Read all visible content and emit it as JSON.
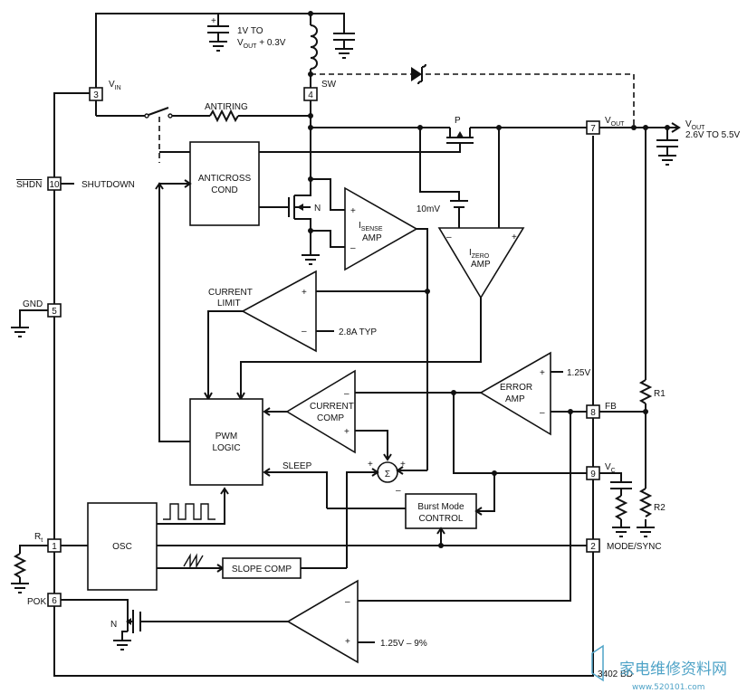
{
  "supply": {
    "line1": "1V TO",
    "line2_main": "V",
    "line2_sub": "OUT",
    "line2_tail": " + 0.3V"
  },
  "output": {
    "label_main": "V",
    "label_sub": "OUT",
    "range": "2.6V TO 5.5V"
  },
  "pins": {
    "vin": {
      "number": "3",
      "label_main": "V",
      "label_sub": "IN"
    },
    "sw": {
      "number": "4",
      "label": "SW"
    },
    "vout": {
      "number": "7",
      "label_main": "V",
      "label_sub": "OUT"
    },
    "shdn": {
      "number": "10",
      "label": "SHDN",
      "signal": "SHUTDOWN"
    },
    "gnd": {
      "number": "5",
      "label": "GND"
    },
    "fb": {
      "number": "8",
      "label": "FB"
    },
    "vc": {
      "number": "9",
      "label_main": "V",
      "label_sub": "C"
    },
    "rt": {
      "number": "1",
      "label_main": "R",
      "label_sub": "t"
    },
    "mode": {
      "number": "2",
      "label": "MODE/SYNC"
    },
    "pok": {
      "number": "6",
      "label": "POK"
    }
  },
  "blocks": {
    "antiring": "ANTIRING",
    "anticross": [
      "ANTICROSS",
      "COND"
    ],
    "isense": {
      "main": "I",
      "sub": "SENSE",
      "line2": "AMP"
    },
    "izero": {
      "main": "I",
      "sub": "ZERO",
      "line2": "AMP"
    },
    "current_limit_label": [
      "CURRENT",
      "LIMIT"
    ],
    "limit_value": "2.8A TYP",
    "error_amp": [
      "ERROR",
      "AMP"
    ],
    "ref_voltage": "1.25V",
    "current_comp": [
      "CURRENT",
      "COMP"
    ],
    "pwm": [
      "PWM",
      "LOGIC"
    ],
    "sleep": "SLEEP",
    "sum_symbol": "Σ",
    "burst": [
      "Burst Mode",
      "CONTROL"
    ],
    "osc": "OSC",
    "slope": "SLOPE COMP",
    "pok_ref": "1.25V – 9%",
    "offset": "10mV",
    "p_fet": "P",
    "n_fet": "N",
    "pok_fet": "N",
    "r1": "R1",
    "r2": "R2"
  },
  "signs": {
    "plus": "+",
    "minus": "–"
  },
  "part_code": "3402 BD",
  "watermark": {
    "main": "家电维修资料网",
    "url": "www.520101.com"
  }
}
